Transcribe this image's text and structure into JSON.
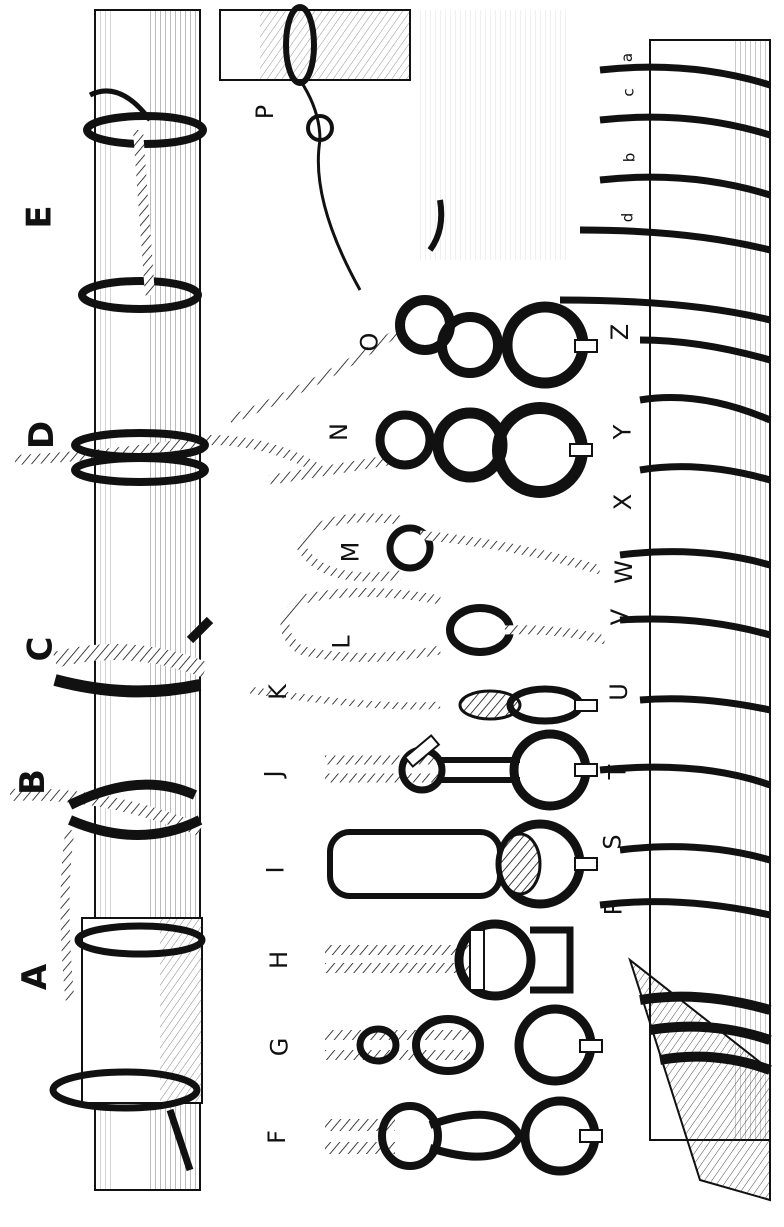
{
  "labels": {
    "A": "A",
    "B": "B",
    "C": "C",
    "D": "D",
    "E": "E",
    "F": "F",
    "G": "G",
    "H": "H",
    "I": "I",
    "J": "J",
    "K": "K",
    "L": "L",
    "M": "M",
    "N": "N",
    "O": "O",
    "P": "P",
    "R": "R",
    "S": "S",
    "T": "T",
    "U": "U",
    "V": "V",
    "W": "W",
    "X": "X",
    "Y": "Y",
    "Z": "Z",
    "a": "a",
    "b": "b",
    "c": "c",
    "d": "d"
  },
  "colors": {
    "ink": "#1a1a1a",
    "paper": "#ffffff",
    "shade": "#444444"
  }
}
